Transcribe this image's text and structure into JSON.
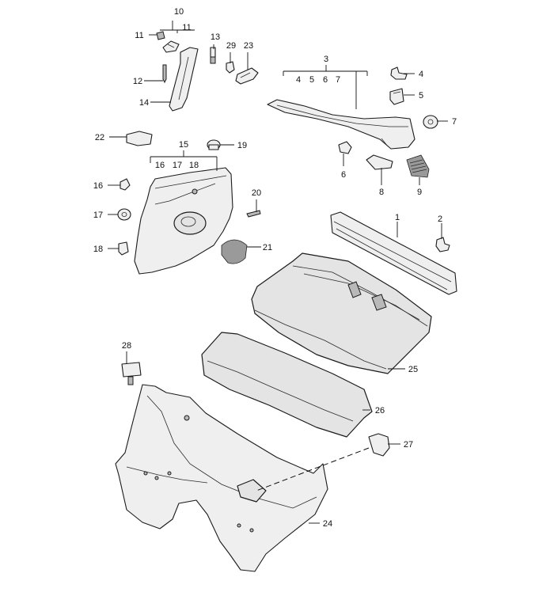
{
  "callouts": [
    {
      "id": "c1",
      "text": "1"
    },
    {
      "id": "c2",
      "text": "2"
    },
    {
      "id": "c3",
      "text": "3"
    },
    {
      "id": "c3a",
      "text": "4"
    },
    {
      "id": "c3b",
      "text": "5"
    },
    {
      "id": "c3c",
      "text": "6"
    },
    {
      "id": "c3d",
      "text": "7"
    },
    {
      "id": "c4",
      "text": "4"
    },
    {
      "id": "c5",
      "text": "5"
    },
    {
      "id": "c6",
      "text": "6"
    },
    {
      "id": "c7",
      "text": "7"
    },
    {
      "id": "c8",
      "text": "8"
    },
    {
      "id": "c9",
      "text": "9"
    },
    {
      "id": "c10",
      "text": "10"
    },
    {
      "id": "c10a",
      "text": "11"
    },
    {
      "id": "c11",
      "text": "11"
    },
    {
      "id": "c12",
      "text": "12"
    },
    {
      "id": "c13",
      "text": "13"
    },
    {
      "id": "c14",
      "text": "14"
    },
    {
      "id": "c15",
      "text": "15"
    },
    {
      "id": "c15a",
      "text": "16"
    },
    {
      "id": "c15b",
      "text": "17"
    },
    {
      "id": "c15c",
      "text": "18"
    },
    {
      "id": "c16",
      "text": "16"
    },
    {
      "id": "c17",
      "text": "17"
    },
    {
      "id": "c18",
      "text": "18"
    },
    {
      "id": "c19",
      "text": "19"
    },
    {
      "id": "c20",
      "text": "20"
    },
    {
      "id": "c21",
      "text": "21"
    },
    {
      "id": "c22",
      "text": "22"
    },
    {
      "id": "c23",
      "text": "23"
    },
    {
      "id": "c24",
      "text": "24"
    },
    {
      "id": "c25",
      "text": "25"
    },
    {
      "id": "c26",
      "text": "26"
    },
    {
      "id": "c27",
      "text": "27"
    },
    {
      "id": "c28",
      "text": "28"
    },
    {
      "id": "c29",
      "text": "29"
    }
  ]
}
